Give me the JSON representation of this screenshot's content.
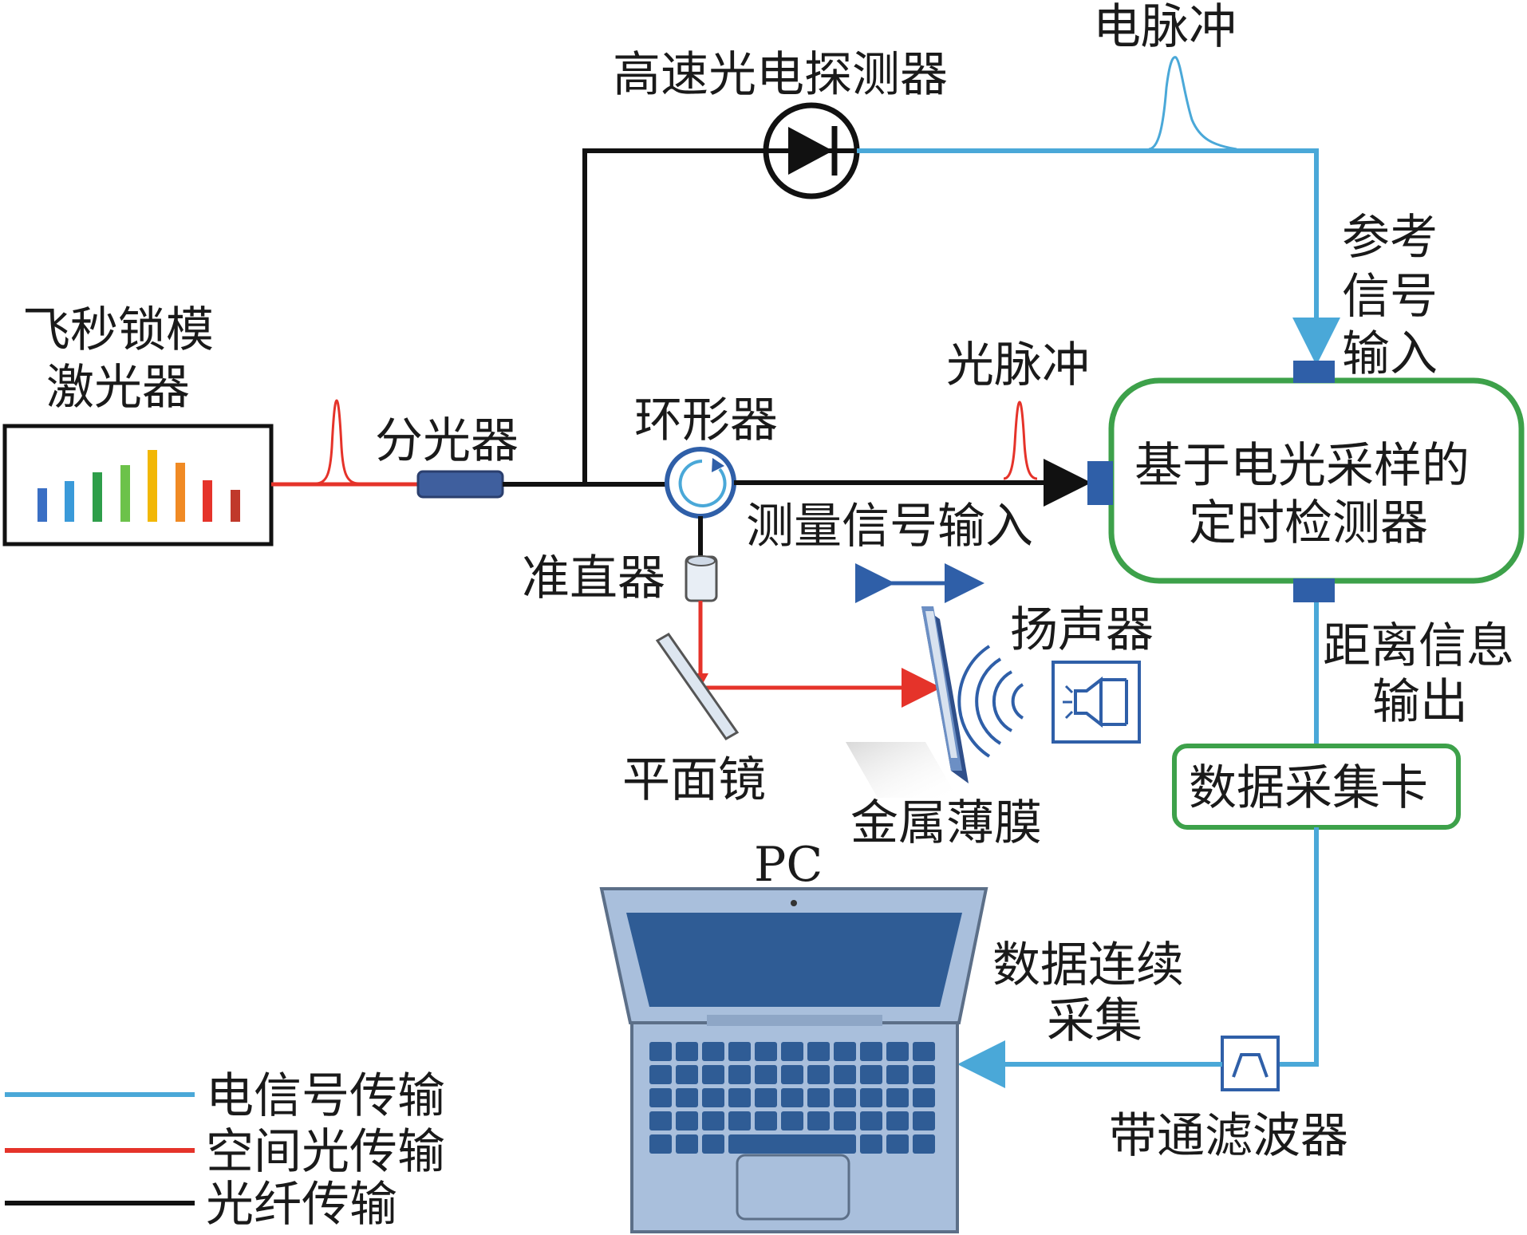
{
  "labels": {
    "laser_line1": "飞秒锁模",
    "laser_line2": "激光器",
    "splitter": "分光器",
    "photodetector": "高速光电探测器",
    "electric_pulse": "电脉冲",
    "reference_line1": "参考",
    "reference_line2": "信号",
    "reference_line3": "输入",
    "optical_pulse": "光脉冲",
    "circulator": "环形器",
    "measure_input": "测量信号输入",
    "detector_line1": "基于电光采样的",
    "detector_line2": "定时检测器",
    "collimator": "准直器",
    "speaker": "扬声器",
    "distance_line1": "距离信息",
    "distance_line2": "输出",
    "mirror": "平面镜",
    "metal_film": "金属薄膜",
    "daq_card": "数据采集卡",
    "pc": "PC",
    "continuous_line1": "数据连续",
    "continuous_line2": "采集",
    "bandpass": "带通滤波器"
  },
  "legend": [
    {
      "label": "电信号传输",
      "color": "#4aa8d8"
    },
    {
      "label": "空间光传输",
      "color": "#e5332a"
    },
    {
      "label": "光纤传输",
      "color": "#111111"
    }
  ],
  "spectrum_bar_colors": [
    "#3a6fc4",
    "#3a9ad9",
    "#2e9e4a",
    "#6cc24a",
    "#f2b705",
    "#f08a24",
    "#e5332a",
    "#c0392b"
  ],
  "colors": {
    "electric": "#4aa8d8",
    "space_light": "#e5332a",
    "fiber": "#111111",
    "box_green": "#3da14a",
    "port_blue": "#2f5fa8",
    "laptop_body": "#a9bfdc",
    "laptop_screen": "#2f5c95"
  }
}
